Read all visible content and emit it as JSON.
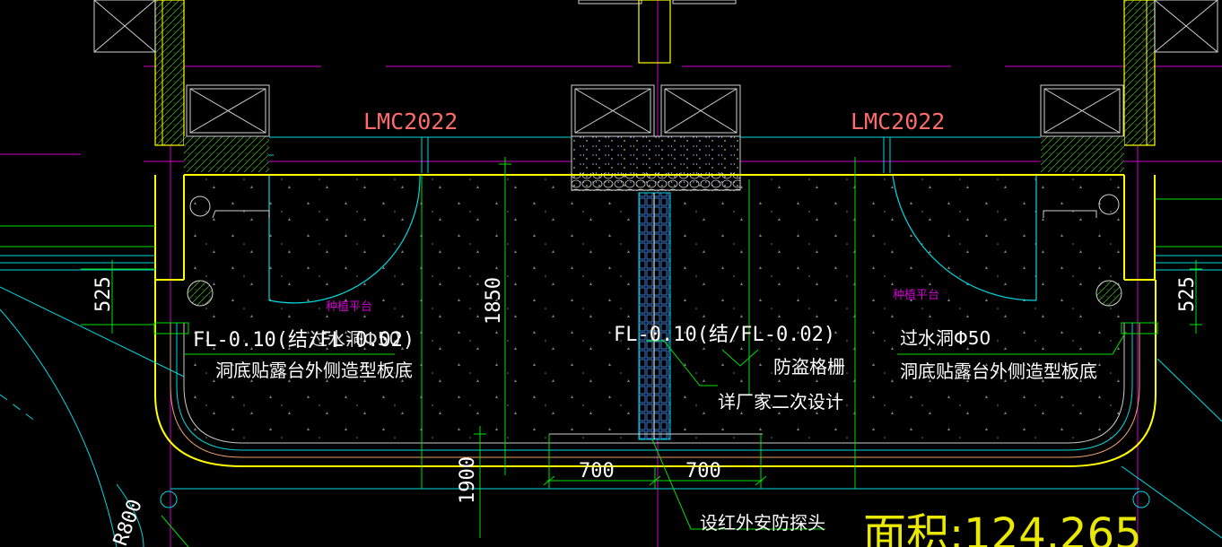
{
  "labels": {
    "window_left": "LMC2022",
    "window_right": "LMC2022",
    "planting_left": "种植平台",
    "planting_right": "种植平台",
    "fl_left": "FL-0.10(结/FL-0.02)",
    "hole_left": "过水洞Φ50",
    "hole_note_left": "洞底贴露台外侧造型板底",
    "fl_center": "FL-0.10(结/FL-0.02)",
    "grille": "防盗格栅",
    "vendor": "详厂家二次设计",
    "hole_right": "过水洞Φ50",
    "hole_note_right": "洞底贴露台外侧造型板底",
    "dim_525_left": "525",
    "dim_525_right": "525",
    "dim_1850": "1850",
    "dim_1900": "1900",
    "dim_700_left": "700",
    "dim_700_right": "700",
    "radius": "R800",
    "infrared": "设红外安防探头",
    "area": "面积:124.265"
  },
  "colors": {
    "background": "#000000",
    "wall_yellow": "#ffff00",
    "window_red": "#ff6a6a",
    "dim_green": "#00e000",
    "cyan": "#00d8e0",
    "magenta": "#d000d0",
    "white": "#ffffff",
    "area_yellow": "#e8e800"
  }
}
